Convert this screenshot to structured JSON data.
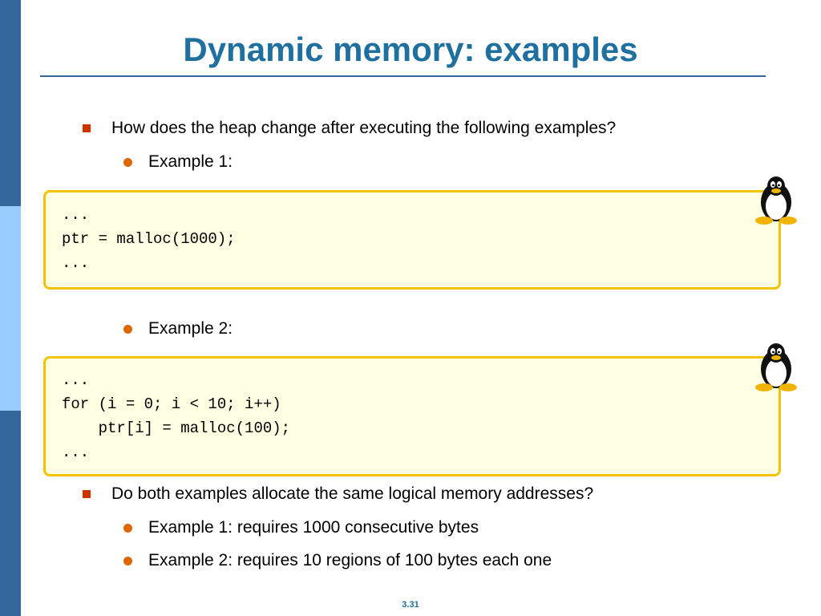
{
  "title": "Dynamic memory: examples",
  "question1": "How does the heap change after executing the following examples?",
  "example1_label": "Example 1:",
  "example1_code": "...\nptr = malloc(1000);\n...",
  "example2_label": "Example 2:",
  "example2_code": "...\nfor (i = 0; i < 10; i++)\n    ptr[i] = malloc(100);\n...",
  "question2": "Do both examples allocate the same logical memory addresses?",
  "answer1": "Example 1: requires 1000 consecutive bytes",
  "answer2": "Example 2: requires 10 regions of 100 bytes each one",
  "page_number": "3.31",
  "colors": {
    "accent": "#1f6f9f",
    "sidebar_dark": "#336699",
    "sidebar_light": "#99ccff",
    "square_bullet": "#cc3300",
    "round_bullet": "#dd6600",
    "code_border": "#f2c400",
    "code_bg": "#ffffe3"
  },
  "icons": [
    "tux-penguin-icon",
    "square-bullet-icon",
    "round-bullet-icon"
  ]
}
